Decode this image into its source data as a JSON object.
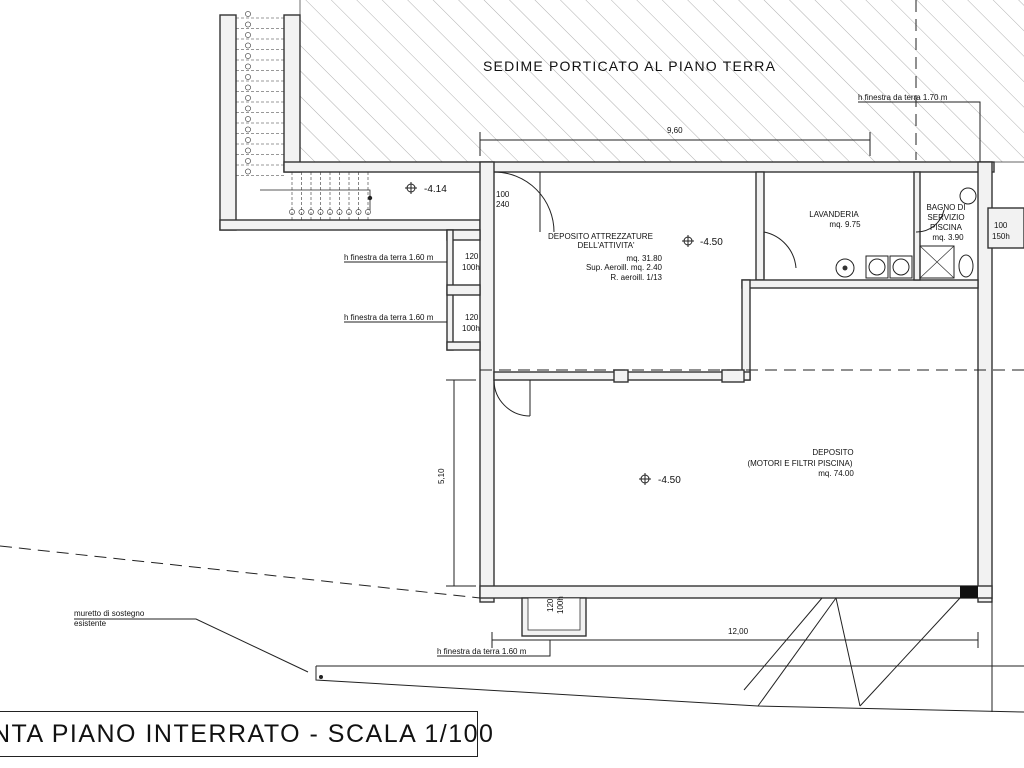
{
  "title_block": {
    "text": "NTA PIANO INTERRATO - SCALA 1/100"
  },
  "labels": {
    "porch": "SEDIME PORTICATO AL PIANO TERRA",
    "window_top_right": "h finestra da terra 1.70 m",
    "window_left_1": "h finestra da terra 1.60 m",
    "window_left_2": "h finestra da terra 1.60 m",
    "window_bottom": "h finestra da terra 1.60 m",
    "retaining_wall_1": "muretto di sostegno",
    "retaining_wall_2": "esistente"
  },
  "dimensions": {
    "width_top": "9,60",
    "width_bottom": "12,00",
    "height_left": "5,10"
  },
  "levels": {
    "stair_landing": "-4.14",
    "deposito_attrezzature": "-4.50",
    "deposito": "-4.50"
  },
  "rooms": {
    "deposito_attrezzature": {
      "name_1": "DEPOSITO ATTREZZATURE",
      "name_2": "DELL'ATTIVITA'",
      "area": "mq. 31.80",
      "sup_aeroill": "Sup. Aeroill. mq. 2.40",
      "r_aeroill": "R. aeroill. 1/13"
    },
    "lavanderia": {
      "name": "LAVANDERIA",
      "area": "mq. 9.75"
    },
    "bagno": {
      "name_1": "BAGNO DI",
      "name_2": "SERVIZIO",
      "name_3": "PISCINA",
      "area": "mq. 3.90"
    },
    "deposito": {
      "name": "DEPOSITO",
      "sub": "(MOTORI E FILTRI PISCINA)",
      "area": "mq. 74.00"
    }
  },
  "openings": {
    "door_stair_w": "100",
    "door_stair_h": "240",
    "win_left1_w": "120",
    "win_left1_h": "100h",
    "win_left2_w": "120",
    "win_left2_h": "100h",
    "win_right_w": "100",
    "win_right_h": "150h",
    "win_bottom_w": "120",
    "win_bottom_h": "100h"
  }
}
